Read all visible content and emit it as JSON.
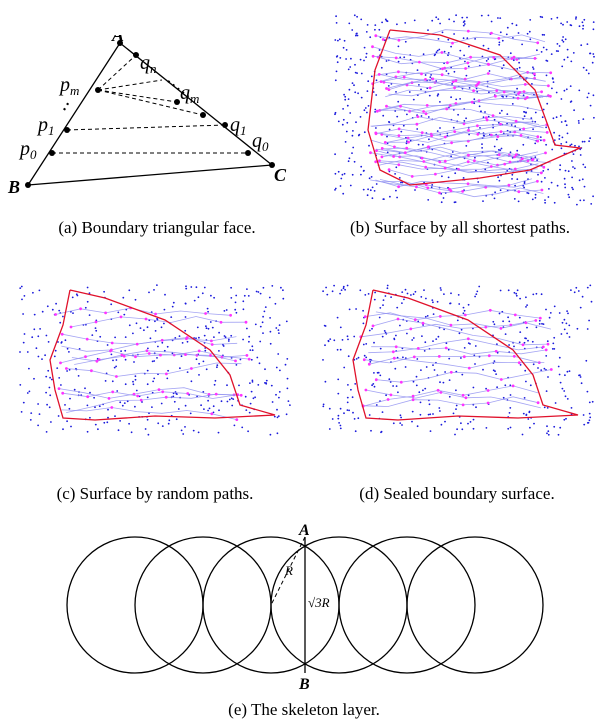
{
  "figure_a": {
    "caption": "(a) Boundary triangular face.",
    "labels": {
      "A": "A",
      "B": "B",
      "C": "C",
      "pm": "p",
      "pm_sub": "m",
      "p1": "p",
      "p1_sub": "1",
      "p0": "p",
      "p0_sub": "0",
      "qn": "q",
      "qn_sub": "n",
      "qm": "q",
      "qm_sub": "m",
      "q1": "q",
      "q1_sub": "1",
      "q0": "q",
      "q0_sub": "0"
    }
  },
  "figure_b": {
    "caption": "(b) Surface by all shortest paths."
  },
  "figure_c": {
    "caption": "(c) Surface by random paths."
  },
  "figure_d": {
    "caption": "(d) Sealed boundary surface."
  },
  "figure_e": {
    "caption": "(e) The skeleton layer.",
    "labels": {
      "A": "A",
      "B": "B",
      "R": "R",
      "sqrt3R": "√3R"
    }
  },
  "colors": {
    "dots": "#1a1adc",
    "red_boundary": "#e0112b",
    "blue_paths": "#8f8ff0",
    "magenta_nodes": "#ff33ff"
  }
}
